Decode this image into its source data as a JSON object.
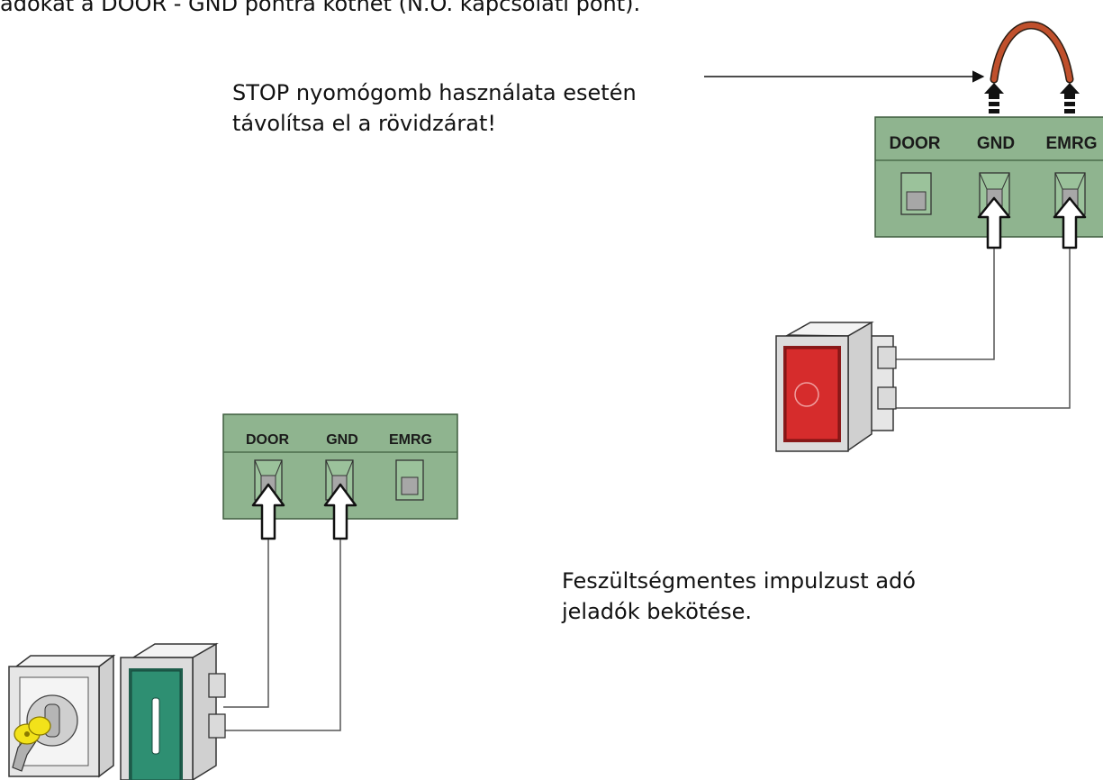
{
  "texts": {
    "top_fragment": "adókat a DOOR - GND pontra köthet (N.O. kapcsolati pont).",
    "stop_note_line1": "STOP nyomógomb használata esetén",
    "stop_note_line2": "távolítsa el a rövidzárat!",
    "impulse_note_line1": "Feszültségmentes impulzust adó",
    "impulse_note_line2": "jeladók bekötése."
  },
  "terminal_right": {
    "labels": [
      "DOOR",
      "GND",
      "EMRG"
    ]
  },
  "terminal_left": {
    "labels": [
      "DOOR",
      "GND",
      "EMRG"
    ]
  },
  "colors": {
    "terminal_fill": "#8fb48f",
    "jumper": "#c0502c",
    "stop_button": "#d62c2c",
    "green_button": "#2e8f72",
    "key": "#f2e21a"
  }
}
